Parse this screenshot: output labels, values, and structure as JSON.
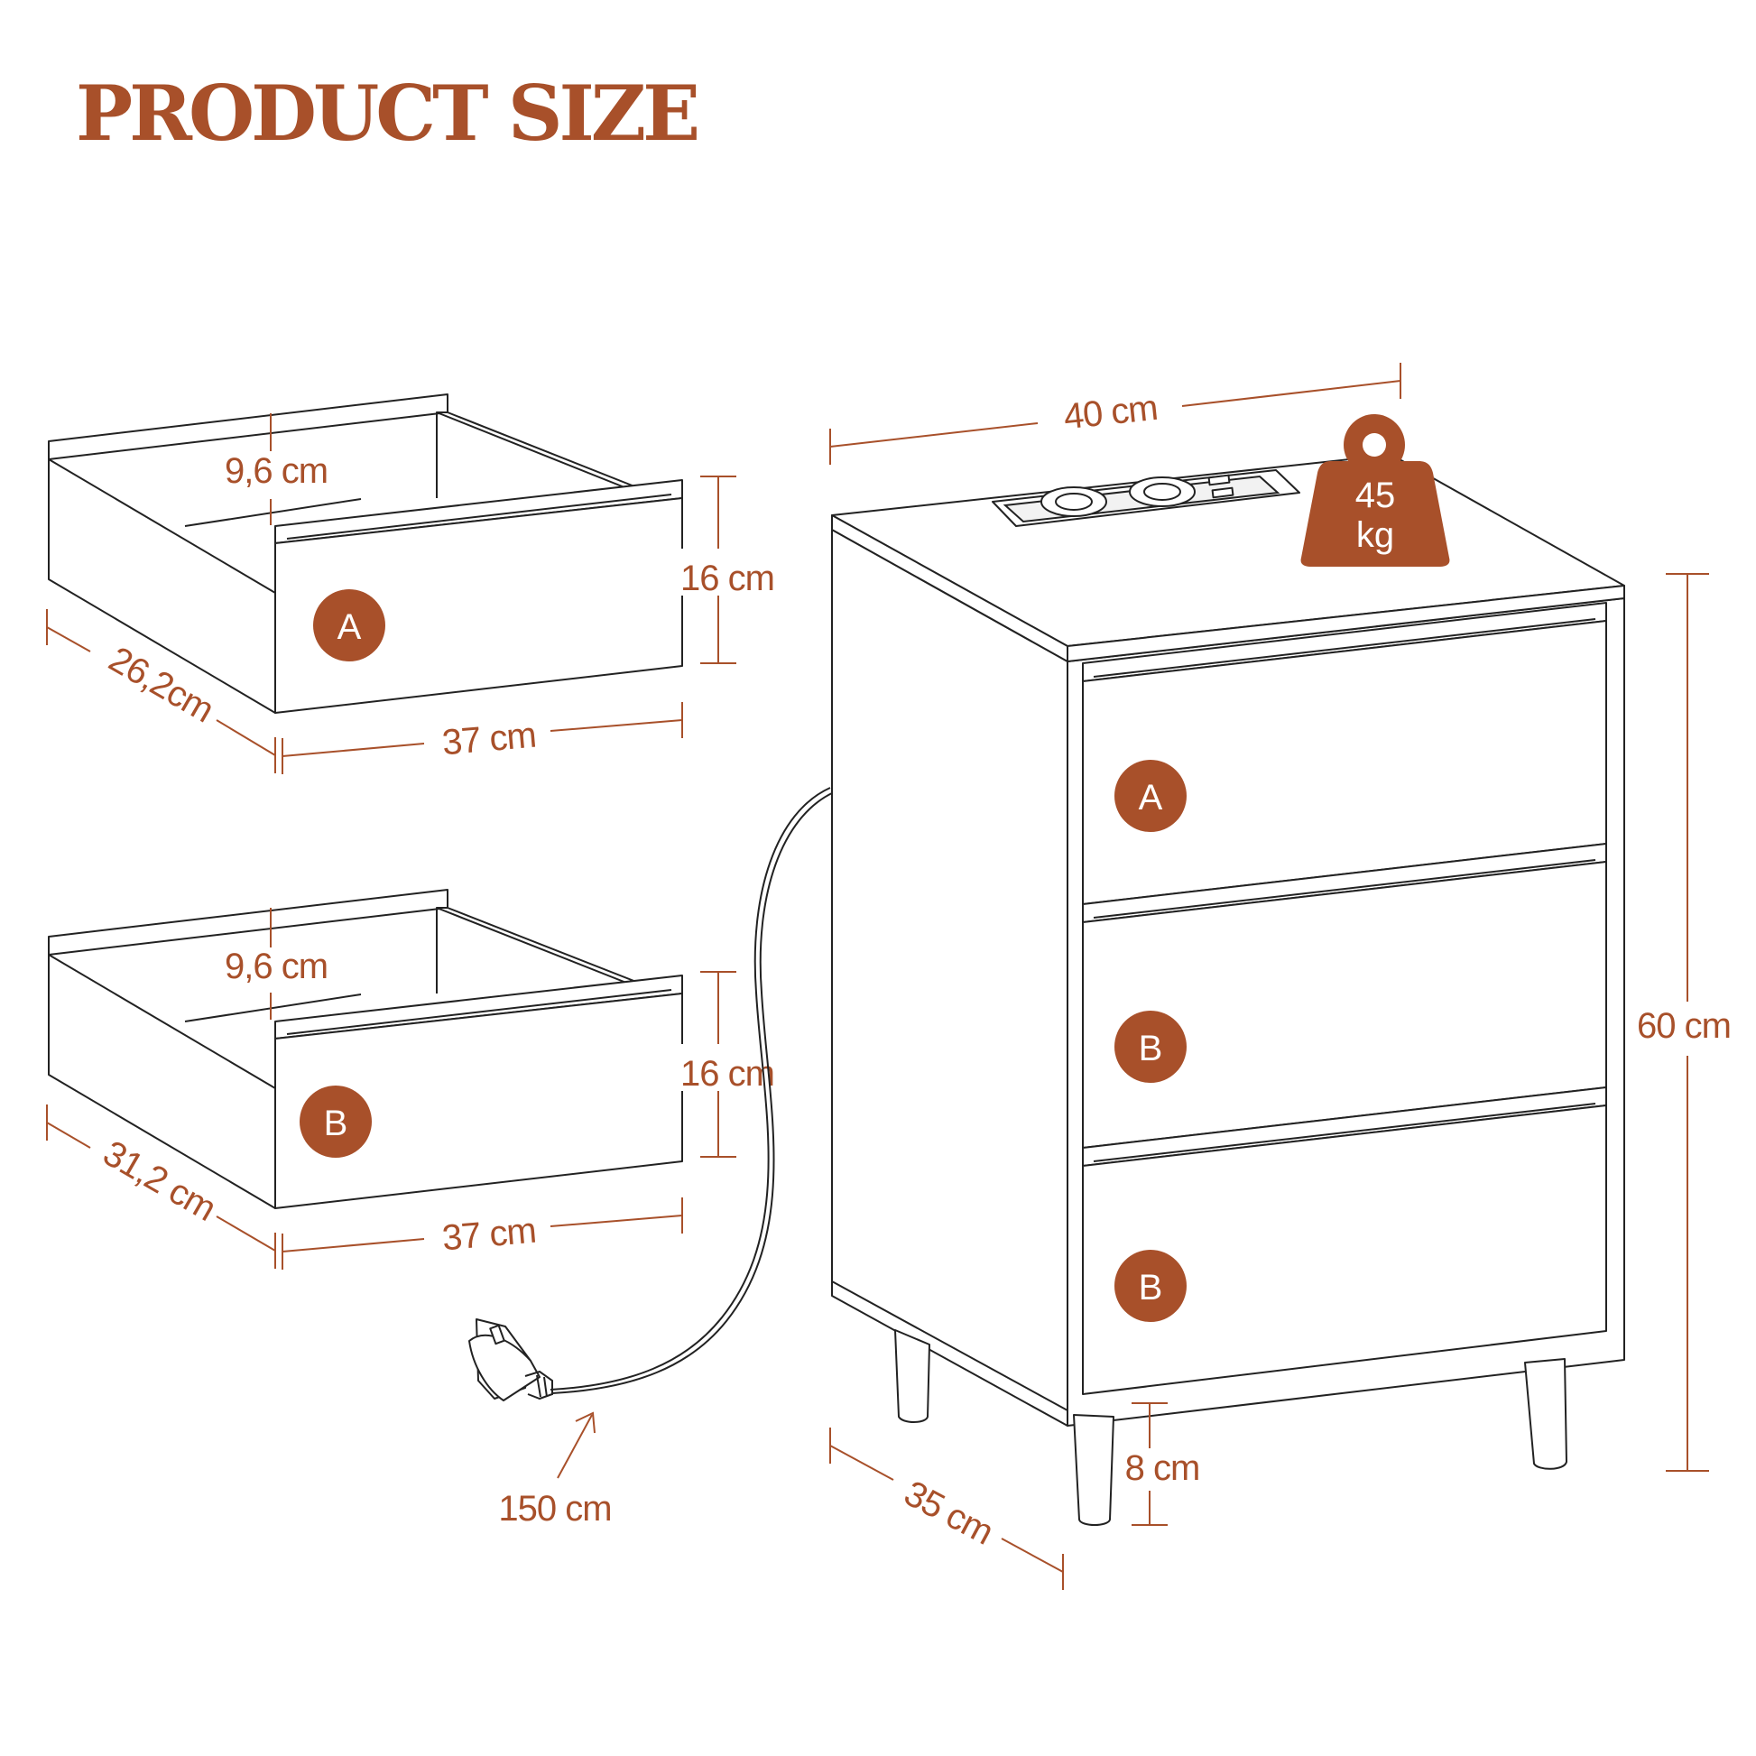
{
  "title": "PRODUCT SIZE",
  "colors": {
    "accent": "#a8502a",
    "line": "#222222",
    "background": "#ffffff"
  },
  "icons": {
    "weight": "weight-icon",
    "plug": "plug-icon",
    "socket_strip": "socket-strip-icon",
    "arrow": "arrow-icon"
  },
  "drawer_a": {
    "badge": "A",
    "inner_height": "9,6 cm",
    "height": "16 cm",
    "depth": "26,2cm",
    "width": "37 cm"
  },
  "drawer_b": {
    "badge": "B",
    "inner_height": "9,6 cm",
    "height": "16 cm",
    "depth": "31,2 cm",
    "width": "37 cm"
  },
  "cabinet": {
    "width": "40 cm",
    "height": "60 cm",
    "depth": "35 cm",
    "leg_height": "8 cm",
    "load_value": "45",
    "load_unit": "kg",
    "drawer_badges": [
      "A",
      "B",
      "B"
    ]
  },
  "cable_length": "150 cm"
}
